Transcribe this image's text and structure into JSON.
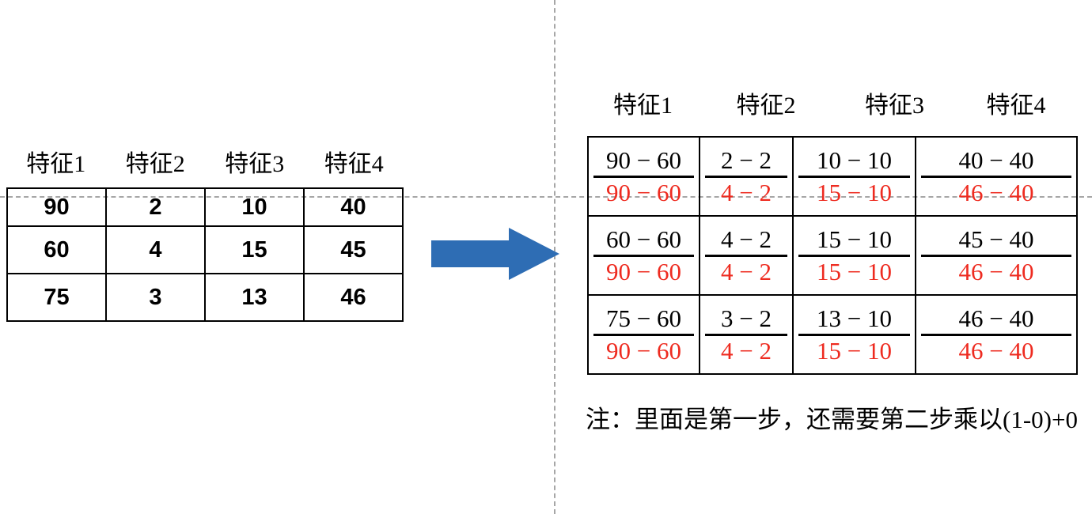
{
  "colors": {
    "arrow_blue": "#2E6DB4",
    "denominator_red": "#EE2B20",
    "guide_gray": "#A6A6A6",
    "table_border": "#000000"
  },
  "guides": {
    "vertical_label": "vertical-dashed-guide",
    "horizontal_label": "horizontal-dashed-guide"
  },
  "left_panel": {
    "headers": [
      "特征1",
      "特征2",
      "特征3",
      "特征4"
    ],
    "rows": [
      [
        "90",
        "2",
        "10",
        "40"
      ],
      [
        "60",
        "4",
        "15",
        "45"
      ],
      [
        "75",
        "3",
        "13",
        "46"
      ]
    ]
  },
  "arrow": {
    "name": "right-arrow",
    "direction": "right"
  },
  "right_panel": {
    "headers": [
      "特征1",
      "特征2",
      "特征3",
      "特征4"
    ],
    "rows": [
      [
        {
          "numerator": "90 − 60",
          "denominator": "90 − 60"
        },
        {
          "numerator": "2 − 2",
          "denominator": "4 − 2"
        },
        {
          "numerator": "10 − 10",
          "denominator": "15 − 10"
        },
        {
          "numerator": "40 − 40",
          "denominator": "46 − 40"
        }
      ],
      [
        {
          "numerator": "60 − 60",
          "denominator": "90 − 60"
        },
        {
          "numerator": "4 − 2",
          "denominator": "4 − 2"
        },
        {
          "numerator": "15 − 10",
          "denominator": "15 − 10"
        },
        {
          "numerator": "45 − 40",
          "denominator": "46 − 40"
        }
      ],
      [
        {
          "numerator": "75 − 60",
          "denominator": "90 − 60"
        },
        {
          "numerator": "3 − 2",
          "denominator": "4 − 2"
        },
        {
          "numerator": "13 − 10",
          "denominator": "15 − 10"
        },
        {
          "numerator": "46 − 40",
          "denominator": "46 − 40"
        }
      ]
    ],
    "note": "注：里面是第一步，还需要第二步乘以(1-0)+0"
  }
}
